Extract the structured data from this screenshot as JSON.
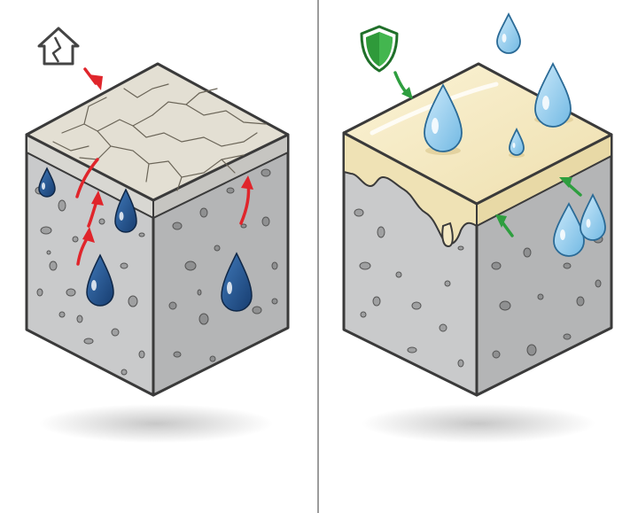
{
  "panels": [
    {
      "id": "damaged",
      "badge_icon": "cracked-house-icon",
      "arrow_color": "#e0252b",
      "state": "cracked surface, water penetrating concrete"
    },
    {
      "id": "protected",
      "badge_icon": "shield-icon",
      "arrow_color": "#2e9e3f",
      "state": "sealant coating, water beading on surface"
    }
  ],
  "colors": {
    "concrete_face_left": "#c9cacb",
    "concrete_face_right": "#b4b5b6",
    "crack_top": "#e3dfd3",
    "sealant_top": "#f7ecc8",
    "dark_water": "#1f4e8c",
    "light_water": "#9cd2ee",
    "shield": "#2f9a3a"
  }
}
